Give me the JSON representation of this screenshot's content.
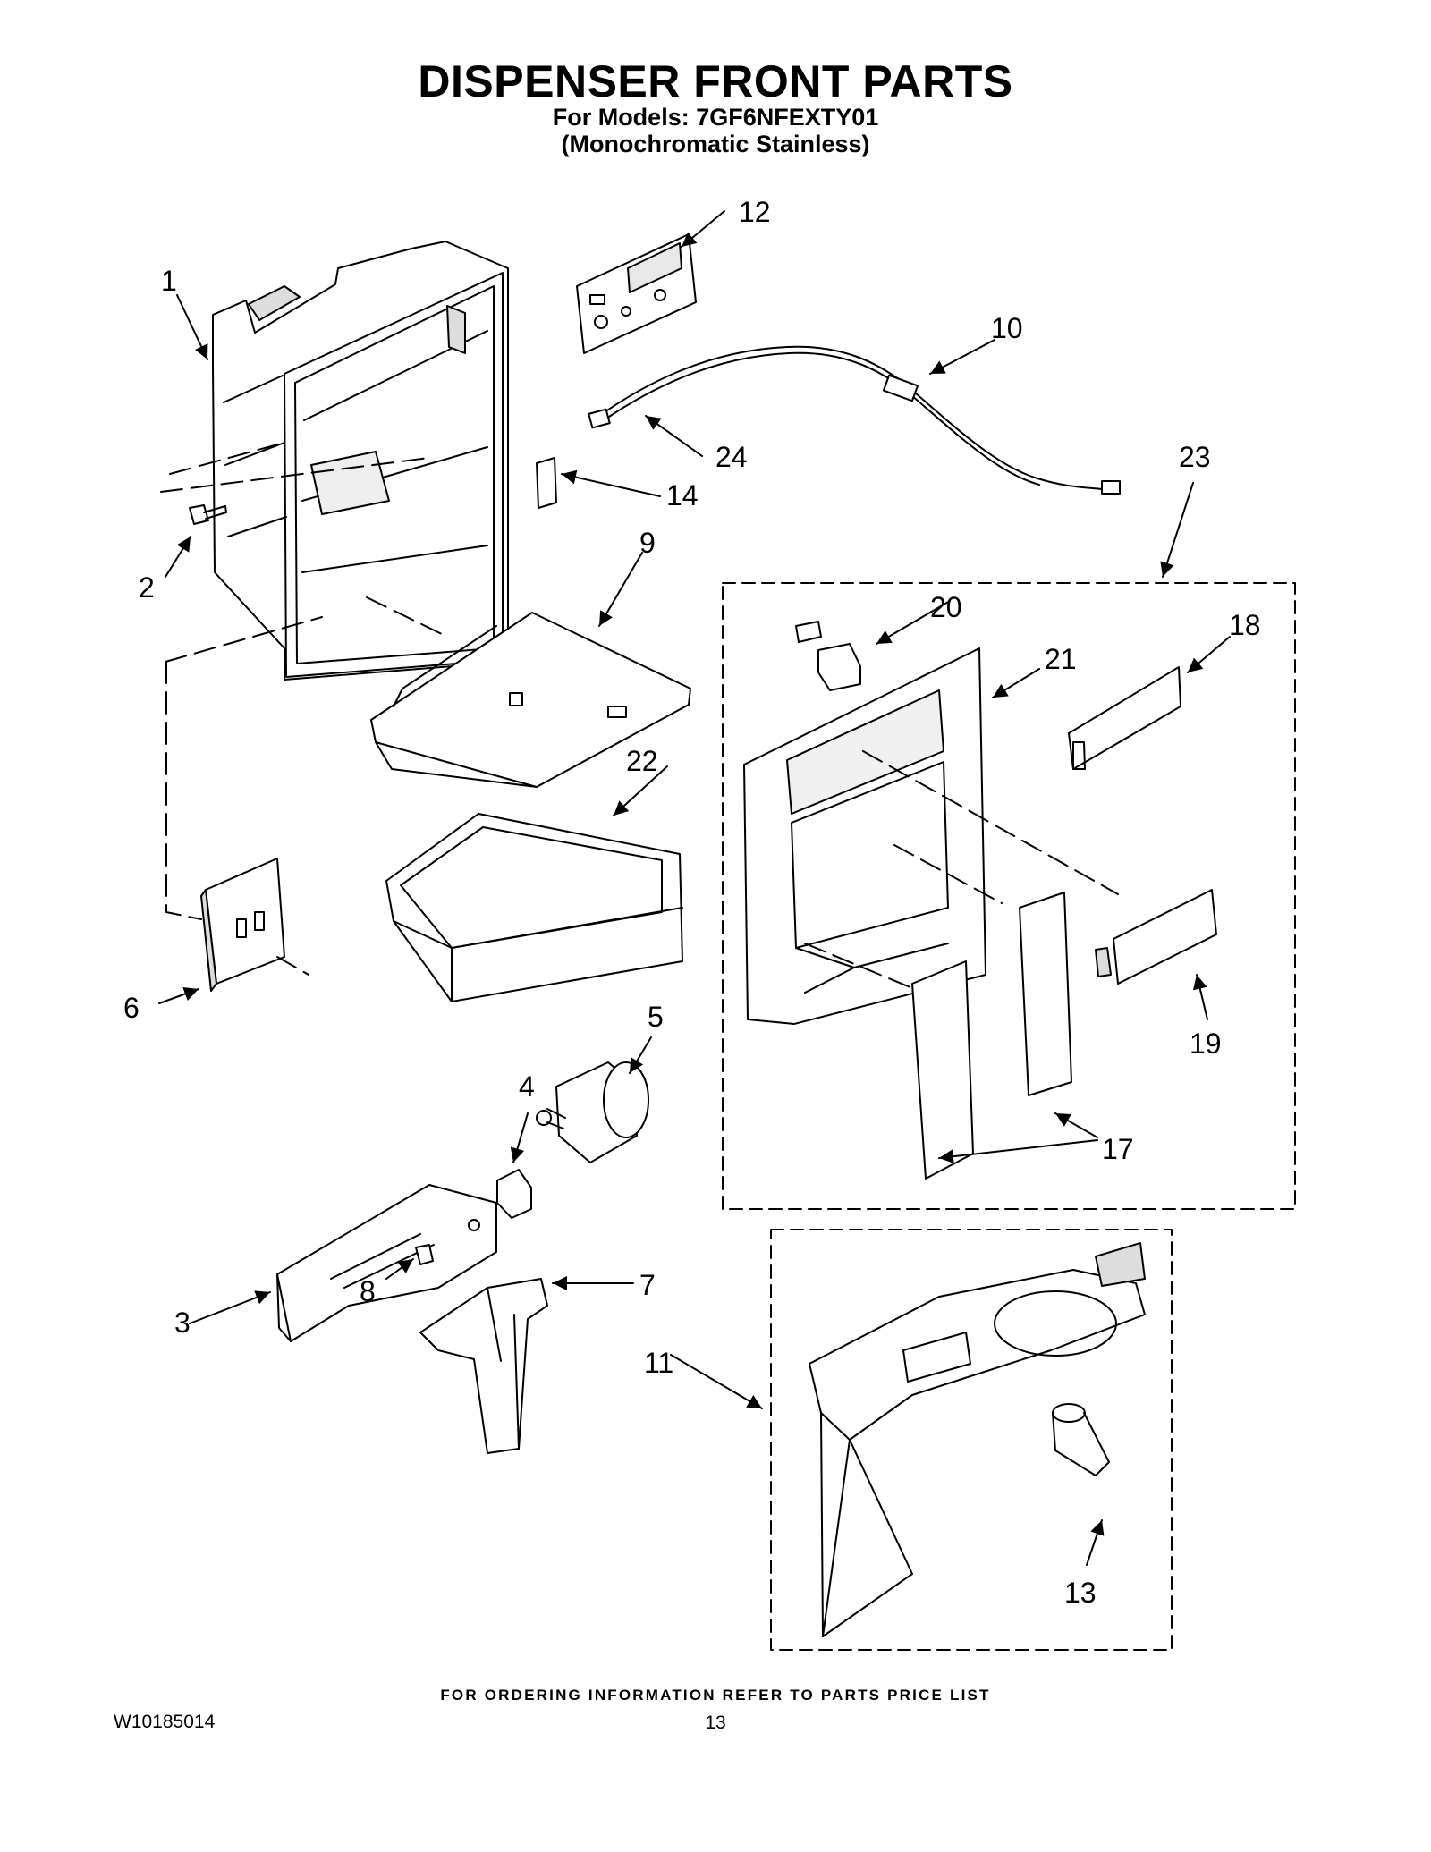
{
  "header": {
    "title": "DISPENSER FRONT PARTS",
    "models_line": "For Models: 7GF6NFEXTY01",
    "variant_line": "(Monochromatic Stainless)"
  },
  "callouts": [
    "1",
    "2",
    "3",
    "4",
    "5",
    "6",
    "7",
    "8",
    "9",
    "10",
    "11",
    "12",
    "13",
    "14",
    "17",
    "18",
    "19",
    "20",
    "21",
    "22",
    "23",
    "24"
  ],
  "footer": {
    "ordering_note": "FOR ORDERING INFORMATION REFER TO PARTS PRICE LIST",
    "document_number": "W10185014",
    "page_number": "13"
  }
}
